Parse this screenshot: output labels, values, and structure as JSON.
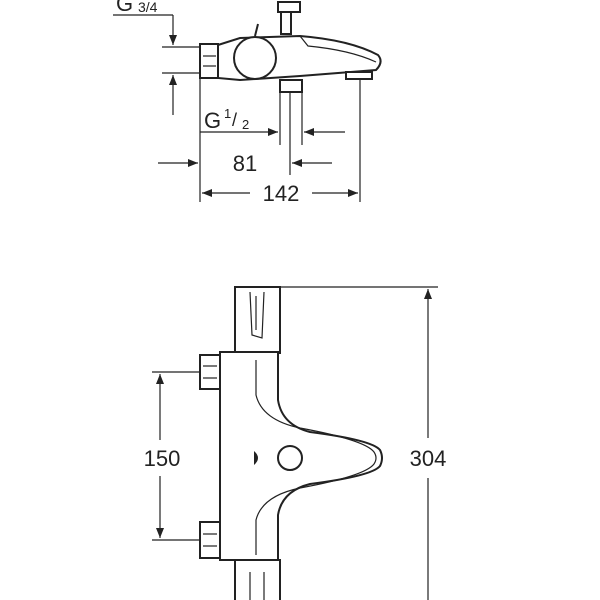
{
  "drawing": {
    "top_view": {
      "thread_upper": {
        "letter": "G",
        "fraction": "3/4",
        "num": "3",
        "den": "4"
      },
      "thread_lower": {
        "letter": "G",
        "num": "1",
        "den": "2"
      },
      "dim_inlet_to_outlet": "81",
      "dim_total_length": "142"
    },
    "front_view": {
      "dim_inlet_spacing": "150",
      "dim_total_height": "304"
    },
    "colors": {
      "line": "#222222",
      "background": "#ffffff"
    }
  }
}
